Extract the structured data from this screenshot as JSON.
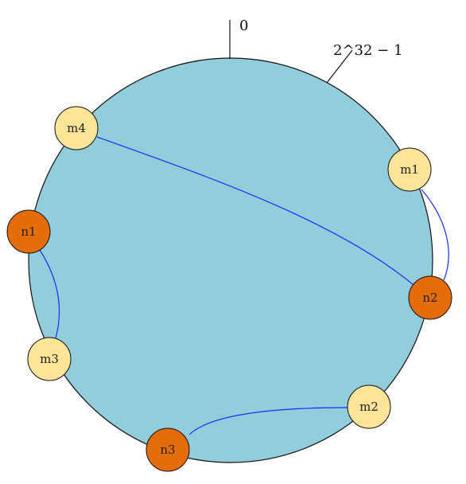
{
  "colors": {
    "ring_fill": "#92CDDC",
    "ring_stroke": "#111111",
    "node_fill": "#E46C0A",
    "key_fill": "#FFE499",
    "link_stroke": "#1A2BFF"
  },
  "ring": {
    "zero_label": "0",
    "max_label": "2^32 − 1"
  },
  "nodes": [
    {
      "id": "n1",
      "label": "n1"
    },
    {
      "id": "n2",
      "label": "n2"
    },
    {
      "id": "n3",
      "label": "n3"
    }
  ],
  "keys": [
    {
      "id": "m1",
      "label": "m1"
    },
    {
      "id": "m2",
      "label": "m2"
    },
    {
      "id": "m3",
      "label": "m3"
    },
    {
      "id": "m4",
      "label": "m4"
    }
  ]
}
